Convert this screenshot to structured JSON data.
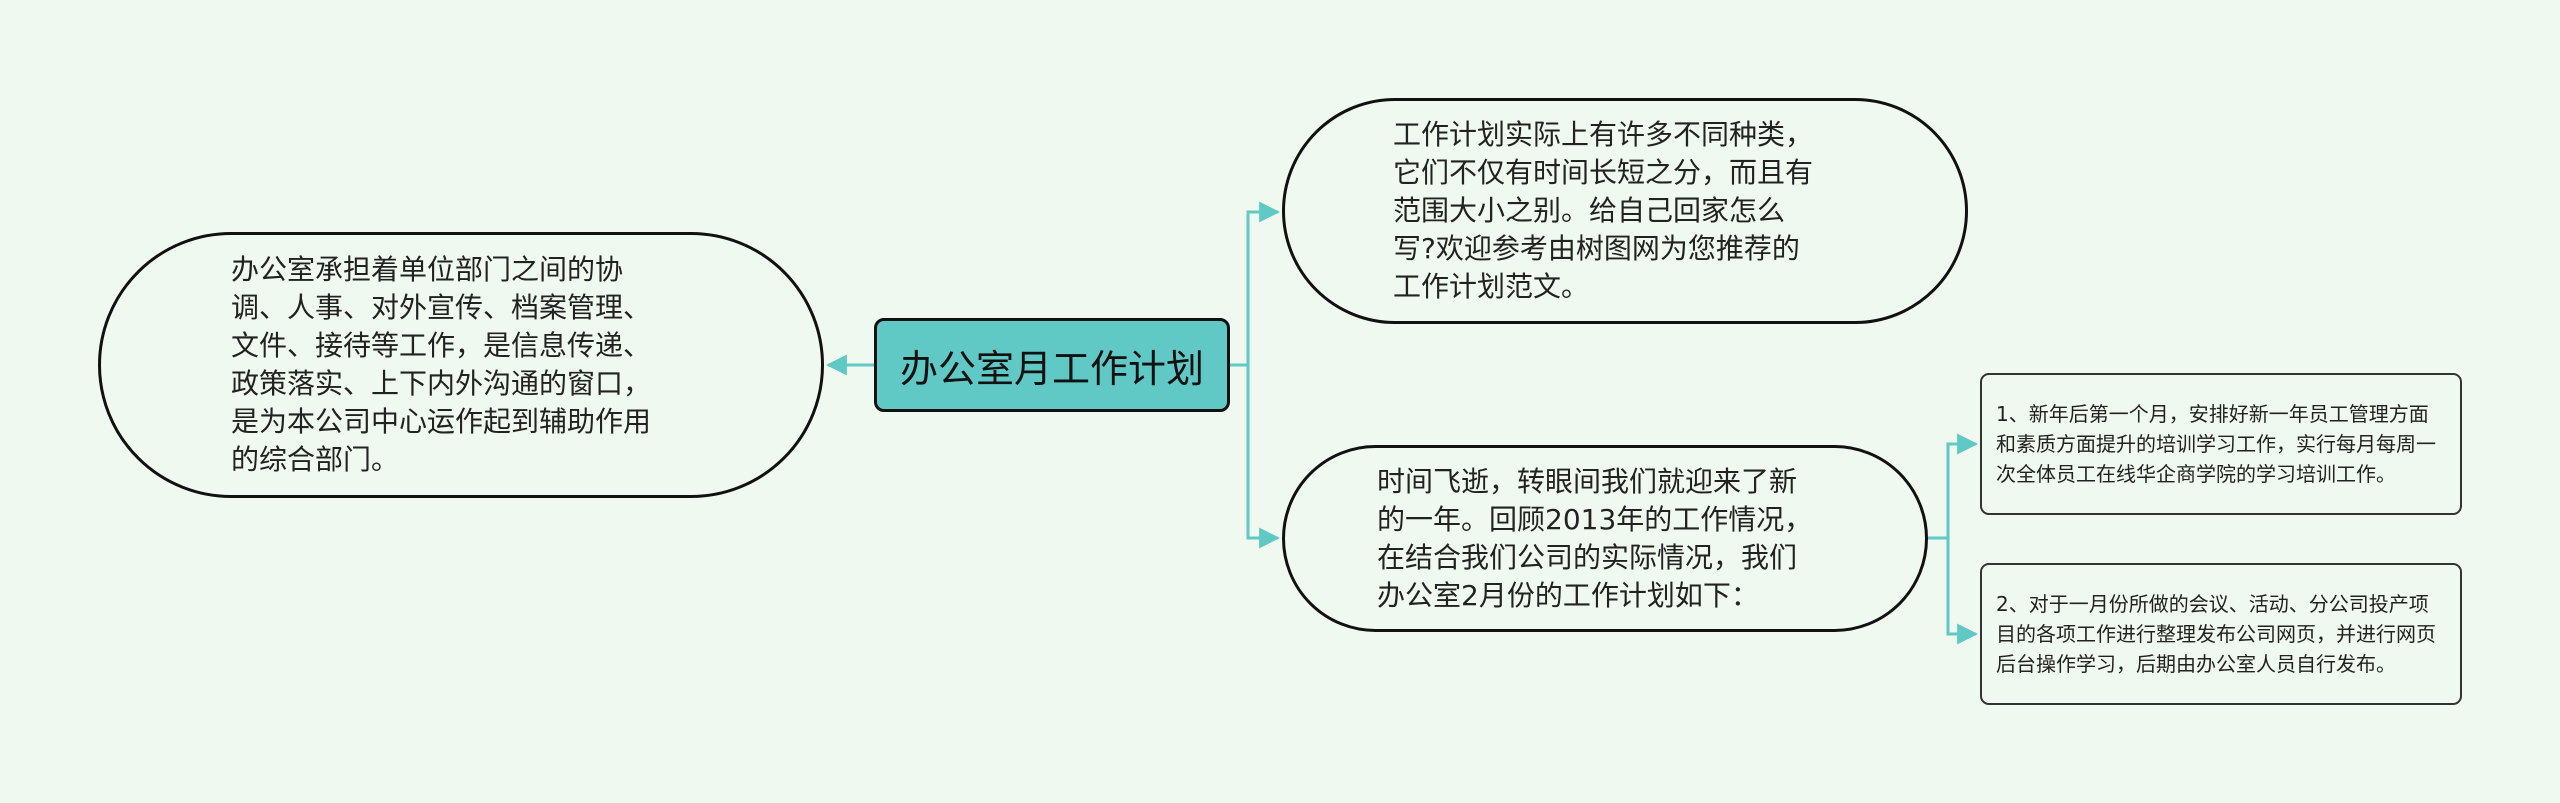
{
  "mindmap": {
    "root": "办公室月工作计划",
    "left": "办公室承担着单位部门之间的协调、人事、对外宣传、档案管理、文件、接待等工作，是信息传递、政策落实、上下内外沟通的窗口，是为本公司中心运作起到辅助作用的综合部门。",
    "right_top": "工作计划实际上有许多不同种类，它们不仅有时间长短之分，而且有范围大小之别。给自己回家怎么写?欢迎参考由树图网为您推荐的工作计划范文。",
    "right_bottom": "时间飞逝，转眼间我们就迎来了新的一年。回顾2013年的工作情况，在结合我们公司的实际情况，我们办公室2月份的工作计划如下：",
    "sub_items": [
      "1、新年后第一个月，安排好新一年员工管理方面和素质方面提升的培训学习工作，实行每月每周一次全体员工在线华企商学院的学习培训工作。",
      "2、对于一月份所做的会议、活动、分公司投产项目的各项工作进行整理发布公司网页，并进行网页后台操作学习，后期由办公室人员自行发布。"
    ]
  },
  "colors": {
    "background": "#f0f9ef",
    "root_fill": "#60c9c6",
    "connector": "#60c9c6",
    "border": "#111111"
  }
}
